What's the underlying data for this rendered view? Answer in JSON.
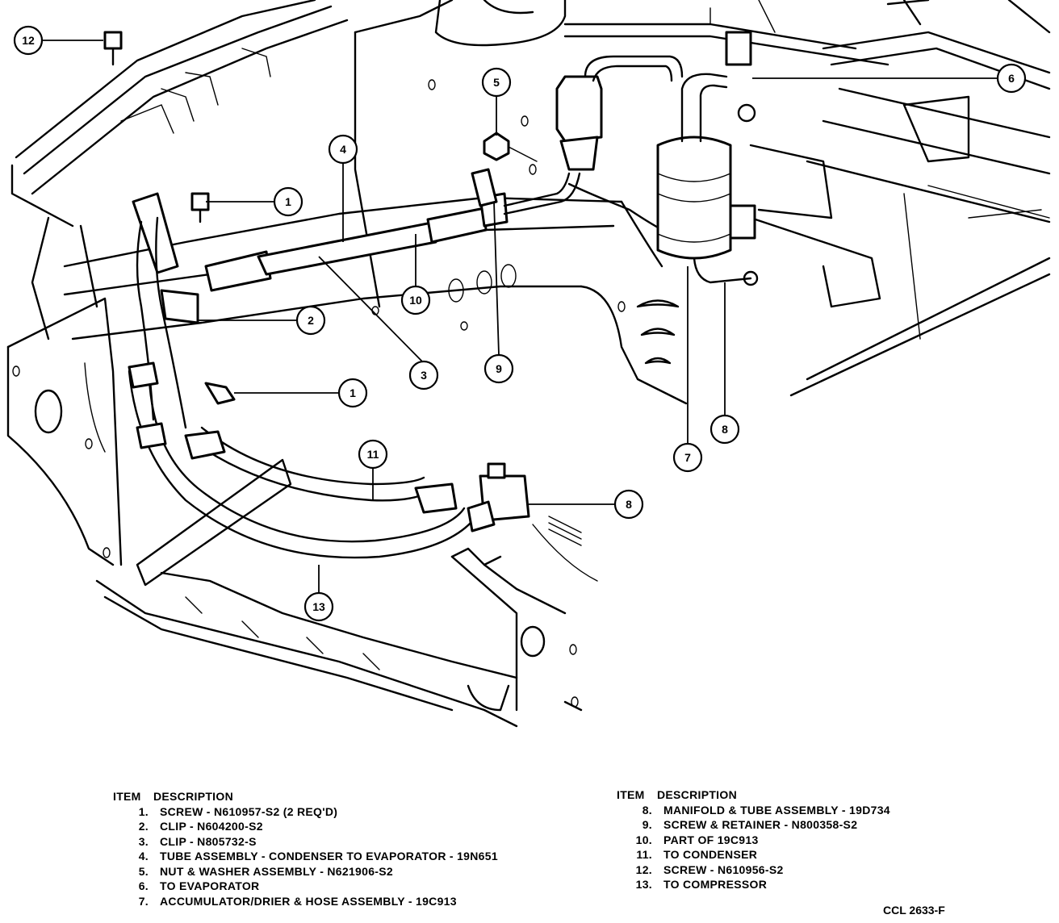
{
  "legend_left": {
    "header_item": "ITEM",
    "header_desc": "DESCRIPTION",
    "items": [
      {
        "num": "1.",
        "desc": "SCREW - N610957-S2 (2 REQ'D)"
      },
      {
        "num": "2.",
        "desc": "CLIP - N604200-S2"
      },
      {
        "num": "3.",
        "desc": "CLIP - N805732-S"
      },
      {
        "num": "4.",
        "desc": "TUBE ASSEMBLY - CONDENSER TO EVAPORATOR - 19N651"
      },
      {
        "num": "5.",
        "desc": "NUT & WASHER ASSEMBLY - N621906-S2"
      },
      {
        "num": "6.",
        "desc": "TO EVAPORATOR"
      },
      {
        "num": "7.",
        "desc": "ACCUMULATOR/DRIER & HOSE ASSEMBLY - 19C913"
      }
    ]
  },
  "legend_right": {
    "header_item": "ITEM",
    "header_desc": "DESCRIPTION",
    "items": [
      {
        "num": "8.",
        "desc": "MANIFOLD & TUBE ASSEMBLY - 19D734"
      },
      {
        "num": "9.",
        "desc": "SCREW & RETAINER - N800358-S2"
      },
      {
        "num": "10.",
        "desc": "PART OF 19C913"
      },
      {
        "num": "11.",
        "desc": "TO CONDENSER"
      },
      {
        "num": "12.",
        "desc": "SCREW - N610956-S2"
      },
      {
        "num": "13.",
        "desc": "TO COMPRESSOR"
      }
    ]
  },
  "drawing_code": "CCL 2633-F",
  "callouts": [
    "12",
    "1",
    "4",
    "5",
    "6",
    "2",
    "10",
    "3",
    "9",
    "1",
    "8",
    "7",
    "11",
    "8",
    "13"
  ]
}
